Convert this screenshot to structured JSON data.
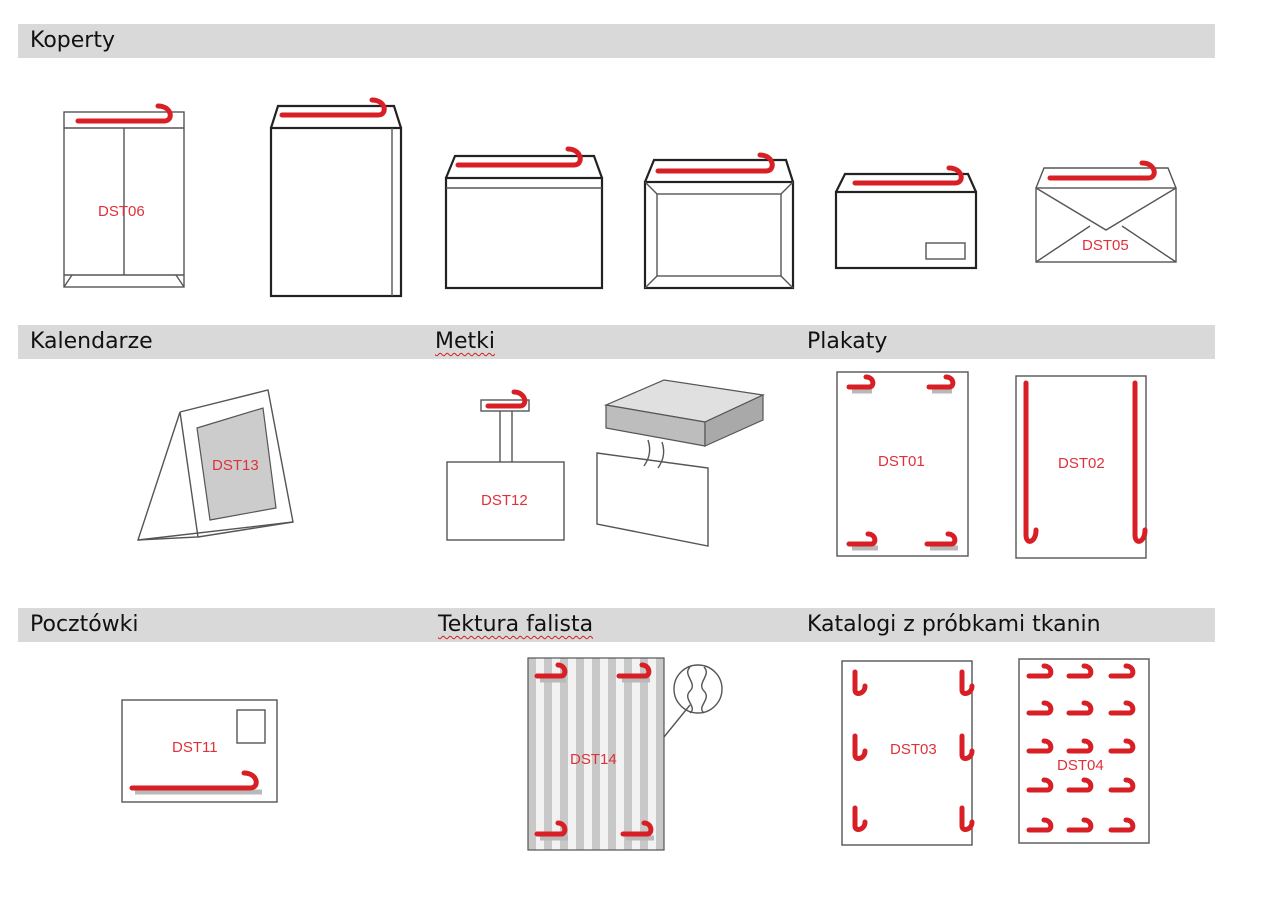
{
  "sections": {
    "koperty": "Koperty",
    "kalendarze": "Kalendarze",
    "metki": "Metki",
    "plakaty": "Plakaty",
    "pocztowki": "Pocztówki",
    "tektura": "Tektura falista",
    "katalogi": "Katalogi z próbkami tkanin"
  },
  "products": {
    "dst06": "DST06",
    "dst05": "DST05",
    "dst13": "DST13",
    "dst12": "DST12",
    "dst01": "DST01",
    "dst02": "DST02",
    "dst11": "DST11",
    "dst14": "DST14",
    "dst03": "DST03",
    "dst04": "DST04"
  },
  "colors": {
    "tape": "#d81f26",
    "header_bar": "#d9d9d9",
    "label": "#e0303a"
  }
}
